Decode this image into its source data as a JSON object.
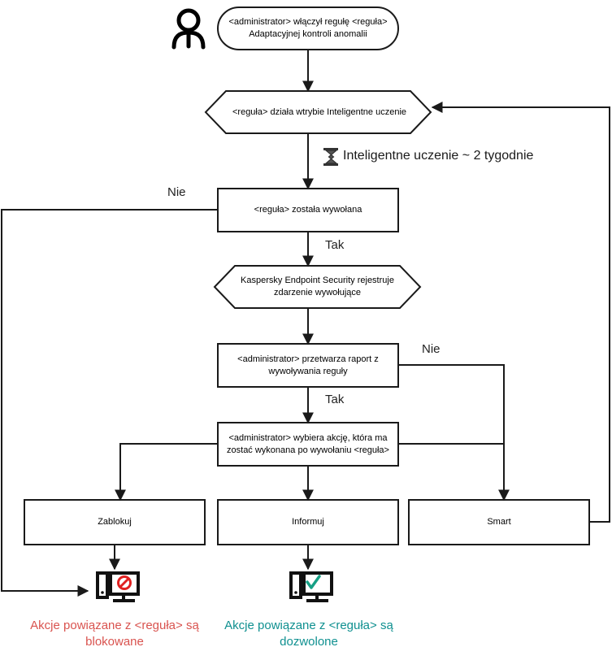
{
  "diagram": {
    "title": "Adaptacyjna kontrola anomalii - przeplyw reguly",
    "language": "pl",
    "colors": {
      "stroke": "#1a1a1a",
      "text": "#000000",
      "blocked": "#d9534f",
      "allowed": "#0f9090",
      "prohibit_icon": "#e02020",
      "check_icon": "#16a085"
    },
    "nodes": [
      {
        "id": "start",
        "shape": "stadium",
        "text": "<administrator> włączył regułę <reguła>\nAdaptacyjnej kontroli anomalii"
      },
      {
        "id": "smart-mode",
        "shape": "hexagon",
        "text": "<reguła> działa wtrybie Inteligentne uczenie"
      },
      {
        "id": "rule-triggered",
        "shape": "rectangle",
        "text": "<reguła> została wywołana"
      },
      {
        "id": "kes-logs",
        "shape": "hexagon",
        "text": "Kaspersky Endpoint Security rejestruje\nzdarzenie wywołujące"
      },
      {
        "id": "admin-report",
        "shape": "rectangle",
        "text": "<administrator> przetwarza raport z\nwywoływania reguły"
      },
      {
        "id": "admin-choice",
        "shape": "rectangle",
        "text": "<administrator> wybiera akcję, która ma\nzostać wykonana po wywołaniu <reguła>"
      },
      {
        "id": "action-block",
        "shape": "rectangle",
        "text": "Zablokuj"
      },
      {
        "id": "action-inform",
        "shape": "rectangle",
        "text": "Informuj"
      },
      {
        "id": "action-smart",
        "shape": "rectangle",
        "text": "Smart"
      }
    ],
    "edge_labels": {
      "no_from_rule_triggered": "Nie",
      "yes_from_rule_triggered": "Tak",
      "no_from_admin_report": "Nie",
      "yes_from_admin_report": "Tak"
    },
    "notes": {
      "learning_duration": "Inteligentne uczenie ~ 2 tygodnie",
      "learning_icon": "hourglass-icon"
    },
    "icons": {
      "actor": "person-icon",
      "blocked_computer": "computer-blocked-icon",
      "allowed_computer": "computer-allowed-icon"
    },
    "outcomes": [
      {
        "id": "outcome-blocked",
        "text": "Akcje powiązane z <reguła> są\nblokowane",
        "color": "#d9534f"
      },
      {
        "id": "outcome-allowed",
        "text": "Akcje powiązane z <reguła> są\ndozwolone",
        "color": "#0f9090"
      }
    ]
  }
}
